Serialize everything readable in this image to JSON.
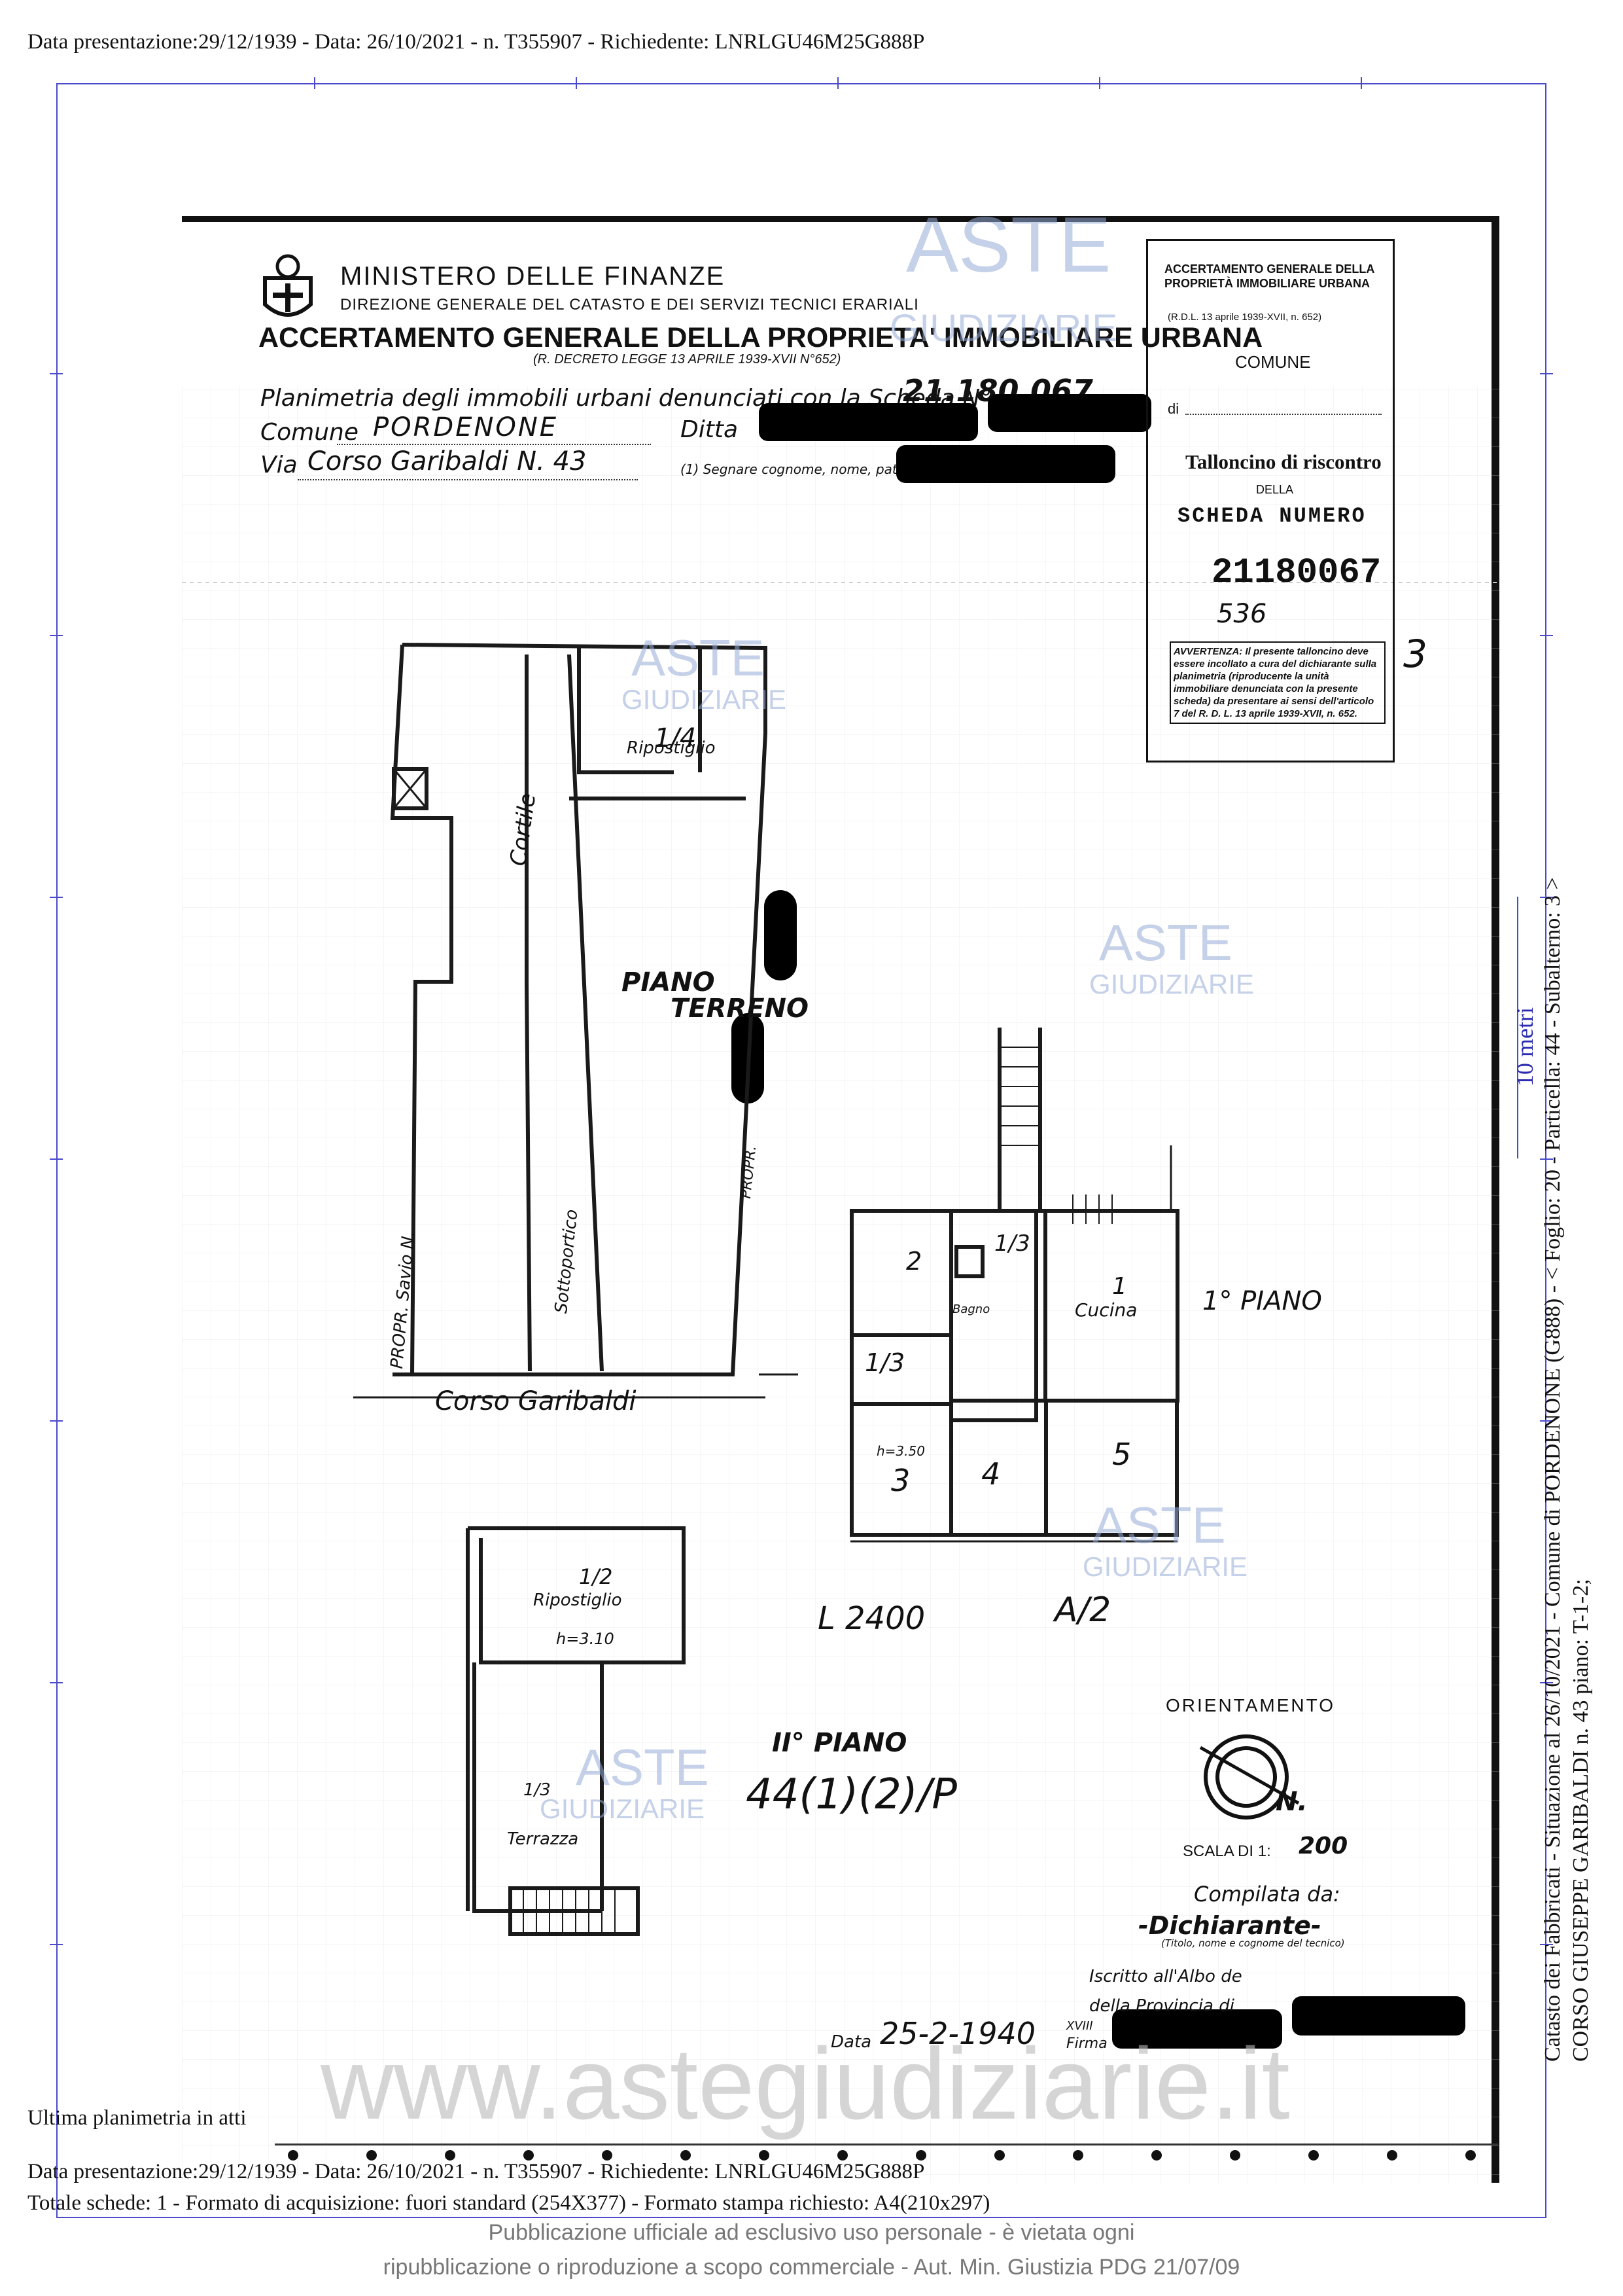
{
  "header": {
    "line": "Data presentazione:29/12/1939 - Data: 26/10/2021 - n. T355907 - Richiedente: LNRLGU46M25G888P"
  },
  "form": {
    "ministry": "MINISTERO DELLE FINANZE",
    "direzione": "DIREZIONE GENERALE DEL CATASTO E DEI SERVIZI TECNICI ERARIALI",
    "title": "ACCERTAMENTO GENERALE DELLA PROPRIETA' IMMOBILIARE URBANA",
    "decree": "(R. DECRETO LEGGE 13 APRILE 1939-XVII N°652)",
    "planimetria_label": "Planimetria degli immobili urbani denunciati con la Scheda N°",
    "scheda_number": "21.180.067",
    "comune_label": "Comune",
    "comune_value": "PORDENONE",
    "ditta_label": "Ditta",
    "via_label": "Via",
    "via_value": "Corso Garibaldi N. 43",
    "segnare_note": "(1) Segnare cognome, nome, paternità"
  },
  "tagliando": {
    "title": "ACCERTAMENTO GENERALE DELLA PROPRIETÀ IMMOBILIARE URBANA",
    "rdl": "(R.D.L. 13 aprile 1939-XVII, n. 652)",
    "comune_label": "COMUNE",
    "di_label": "di",
    "talloncino": "Talloncino di riscontro",
    "della": "DELLA",
    "scheda_numero": "SCHEDA NUMERO",
    "number": "21180067",
    "handnum": "536",
    "avvertenza": "AVVERTENZA: Il presente talloncino deve essere incollato a cura del dichiarante sulla planimetria (riproducente la unità immobiliare denunciata con la presente scheda) da presentare ai sensi dell'articolo 7 del R. D. L. 13 aprile 1939-XVII, n. 652.",
    "side_mark": "3"
  },
  "plan": {
    "ripostiglio_top": "Ripostiglio",
    "ripostiglio_top_num": "1/4",
    "cortile": "Cortile",
    "piano_terreno_1": "PIANO",
    "piano_terreno_2": "TERRENO",
    "sottoportico": "Sottoportico",
    "propr_savio": "PROPR. Savio N.",
    "propr": "PROPR.",
    "corso_garibaldi": "Corso Garibaldi",
    "r2": "2",
    "r13a": "1/3",
    "bagno": "Bagno",
    "r13b": "1/3",
    "r1": "1",
    "cucina": "Cucina",
    "primo_piano": "1° PIANO",
    "h350": "h=3.50",
    "r3": "3",
    "r4": "4",
    "r5": "5",
    "rip2_num": "1/2",
    "rip2": "Ripostiglio",
    "h310": "h=3.10",
    "l2400": "L 2400",
    "a2": "A/2",
    "secondo_piano": "II° PIANO",
    "terrazza_num": "1/3",
    "terrazza": "Terrazza",
    "hand_ref": "44(1)(2)/P"
  },
  "cartouche": {
    "orientamento": "ORIENTAMENTO",
    "north": "N.",
    "scala_label": "SCALA DI 1:",
    "scala_value": "200",
    "compilata": "Compilata da:",
    "dichiarante": "-Dichiarante-",
    "titolo_note": "(Titolo, nome e cognome del tecnico)",
    "iscritto": "Iscritto all'Albo de",
    "provincia": "della Provincia di",
    "data_label": "Data",
    "data_value": "25-2-1940",
    "xviii": "XVIII",
    "firma": "Firma"
  },
  "watermarks": {
    "brand_top": "ASTE",
    "brand_bottom": "GIUDIZIARIE",
    "url": "www.astegiudiziarie.it",
    "scale_bar": "10 metri"
  },
  "footer": {
    "ultima": "Ultima planimetria in atti",
    "line1": "Data presentazione:29/12/1939 - Data: 26/10/2021 - n. T355907 - Richiedente: LNRLGU46M25G888P",
    "line2": "Totale schede: 1 - Formato di acquisizione: fuori standard (254X377) - Formato stampa richiesto: A4(210x297)",
    "disclaimer1": "Pubblicazione ufficiale ad esclusivo uso personale - è vietata ogni",
    "disclaimer2": "ripubblicazione o riproduzione a scopo commerciale - Aut. Min. Giustizia PDG 21/07/09"
  },
  "sidebar": {
    "line1": "Catasto dei Fabbricati - Situazione al 26/10/2021 - Comune di PORDENONE (G888) - < Foglio: 20 - Particella: 44 - Subalterno: 3 >",
    "line2": "CORSO GIUSEPPE GARIBALDI n. 43 piano: T-1-2;"
  }
}
